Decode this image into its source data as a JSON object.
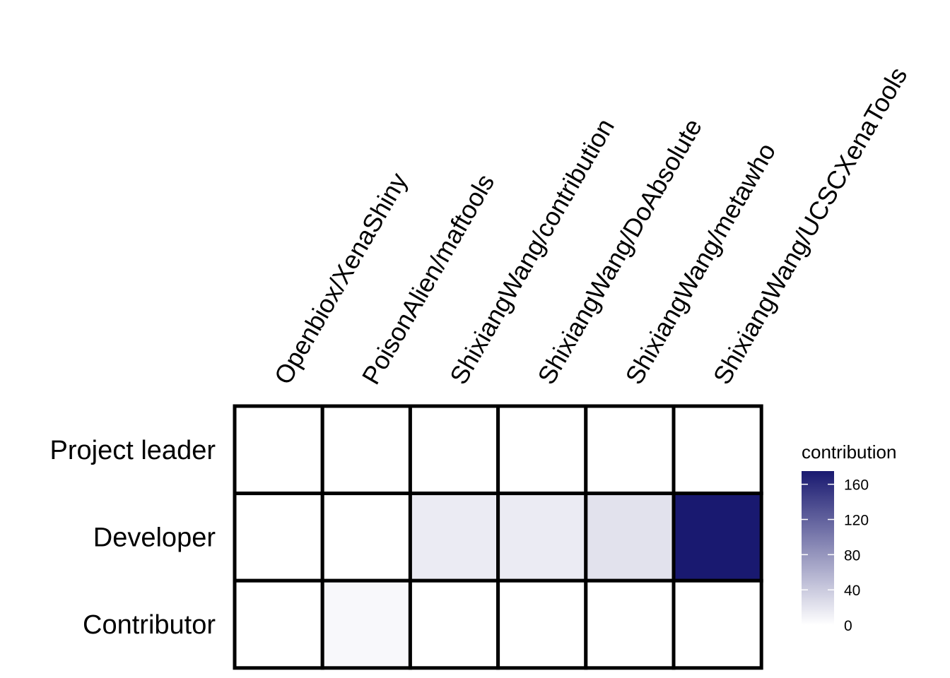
{
  "chart_data": {
    "type": "heatmap",
    "x": [
      "Openbiox/XenaShiny",
      "PoisonAlien/maftools",
      "ShixiangWang/contribution",
      "ShixiangWang/DoAbsolute",
      "ShixiangWang/metawho",
      "ShixiangWang/UCSCXenaTools"
    ],
    "y": [
      "Project leader",
      "Developer",
      "Contributor"
    ],
    "values": [
      [
        0,
        0,
        0,
        0,
        0,
        0
      ],
      [
        0,
        0,
        15,
        15,
        22,
        175
      ],
      [
        0,
        5,
        0,
        0,
        0,
        0
      ]
    ],
    "legend": {
      "title": "contribution",
      "ticks": [
        0,
        40,
        80,
        120,
        160
      ],
      "tick_labels": [
        "0",
        "40",
        "80",
        "120",
        "160"
      ],
      "range": [
        0,
        175
      ],
      "color_low": "#ffffff",
      "color_high": "#191970"
    },
    "cell_border_color": "#000000",
    "grid": false,
    "legend_position": "right"
  }
}
